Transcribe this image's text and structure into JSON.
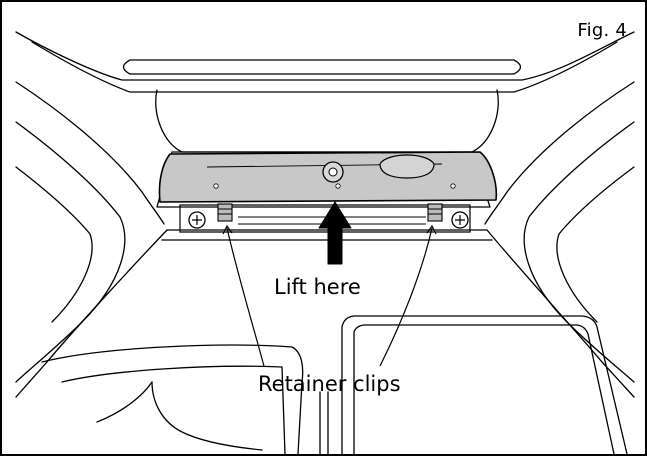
{
  "figure": {
    "label": "Fig. 4"
  },
  "callouts": {
    "lift": "Lift here",
    "clips": "Retainer clips"
  },
  "colors": {
    "line": "#000000",
    "panel_fill": "#c8c8c8",
    "background": "#ffffff"
  }
}
